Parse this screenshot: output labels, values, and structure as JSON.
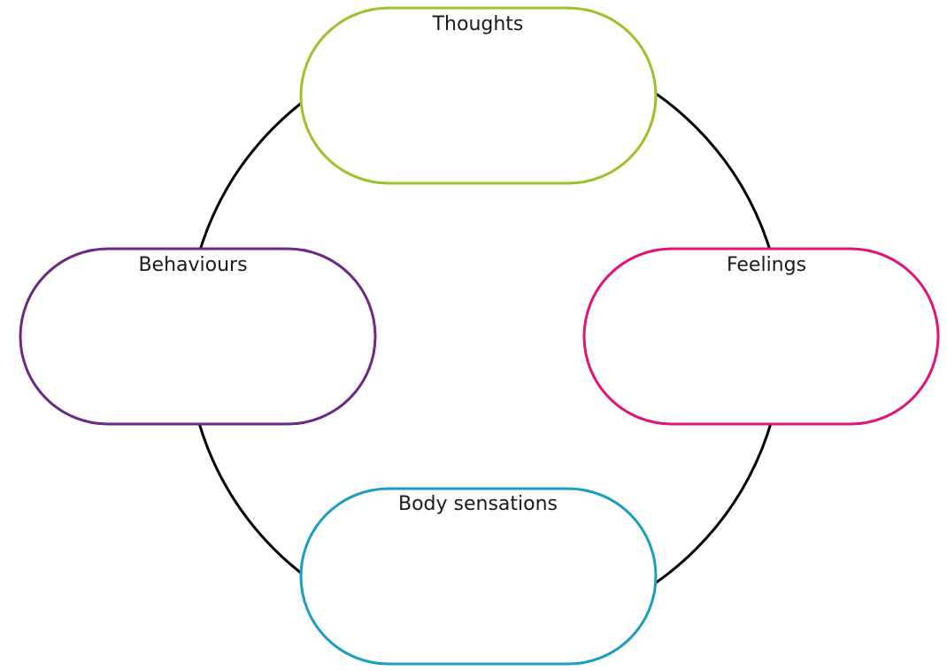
{
  "diagram": {
    "cycle_color": "#000000",
    "nodes": {
      "thoughts": {
        "label": "Thoughts",
        "color": "#9bc12b"
      },
      "behaviours": {
        "label": "Behaviours",
        "color": "#6a2a84"
      },
      "feelings": {
        "label": "Feelings",
        "color": "#e0137a"
      },
      "body_sensations": {
        "label": "Body sensations",
        "color": "#1a9fc1"
      }
    }
  }
}
